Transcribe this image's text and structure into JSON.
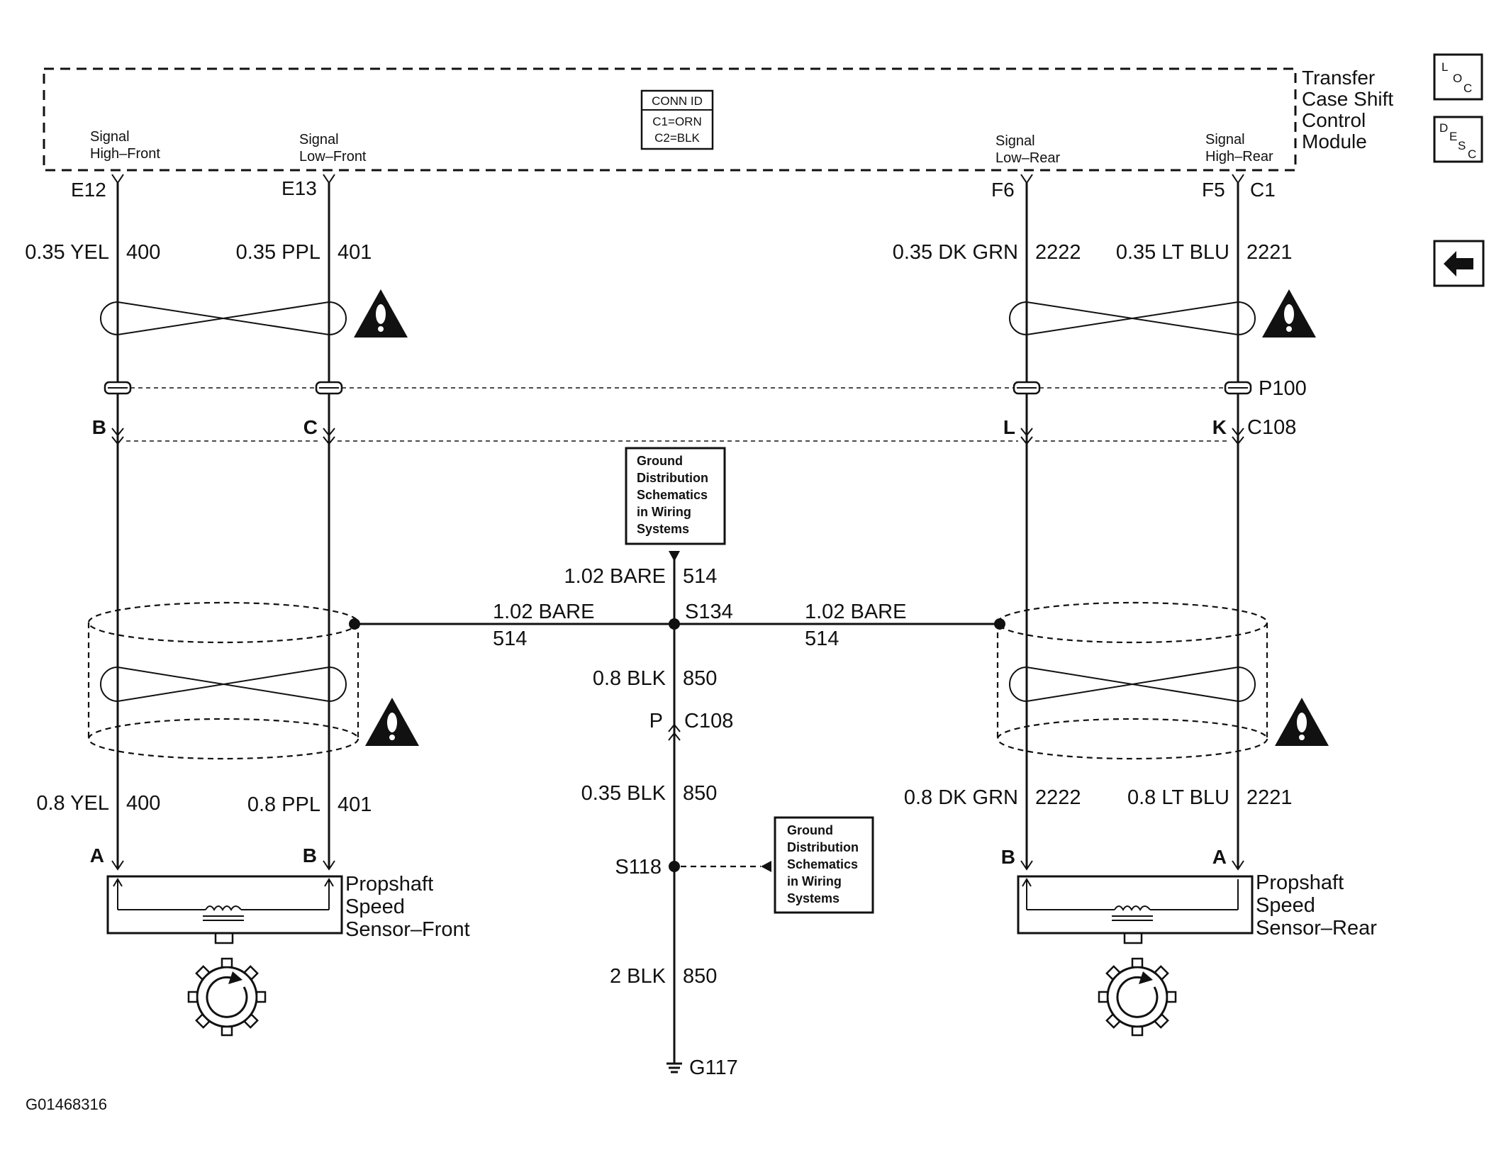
{
  "module": {
    "name_lines": [
      "Transfer",
      "Case Shift",
      "Control",
      "Module"
    ],
    "signals": {
      "high_front": [
        "Signal",
        "High–Front"
      ],
      "low_front": [
        "Signal",
        "Low–Front"
      ],
      "low_rear": [
        "Signal",
        "Low–Rear"
      ],
      "high_rear": [
        "Signal",
        "High–Rear"
      ]
    },
    "conn_id": {
      "title": "CONN ID",
      "line1": "C1=ORN",
      "line2": "C2=BLK"
    }
  },
  "module_pins": {
    "e12": "E12",
    "e13": "E13",
    "f6": "F6",
    "f5": "F5",
    "c1": "C1"
  },
  "upper_wires": {
    "yel": {
      "gauge": "0.35 YEL",
      "circuit": "400"
    },
    "ppl": {
      "gauge": "0.35 PPL",
      "circuit": "401"
    },
    "dkgrn": {
      "gauge": "0.35 DK GRN",
      "circuit": "2222"
    },
    "ltblu": {
      "gauge": "0.35 LT BLU",
      "circuit": "2221"
    }
  },
  "inline": {
    "p100": "P100",
    "c108": "C108",
    "pins": {
      "b": "B",
      "c": "C",
      "l": "L",
      "k": "K"
    }
  },
  "ground_box_top": [
    "Ground",
    "Distribution",
    "Schematics",
    "in Wiring",
    "Systems"
  ],
  "ground_box_bottom": [
    "Ground",
    "Distribution",
    "Schematics",
    "in Wiring",
    "Systems"
  ],
  "drain": {
    "top": {
      "gauge": "1.02 BARE",
      "circuit": "514"
    },
    "left": {
      "gauge": "1.02 BARE",
      "circuit": "514"
    },
    "right": {
      "gauge": "1.02 BARE",
      "circuit": "514"
    },
    "splice": "S134"
  },
  "ground_path": {
    "w1": {
      "gauge": "0.8 BLK",
      "circuit": "850"
    },
    "conn_pin": "P",
    "conn": "C108",
    "w2": {
      "gauge": "0.35 BLK",
      "circuit": "850"
    },
    "splice": "S118",
    "w3": {
      "gauge": "2 BLK",
      "circuit": "850"
    },
    "ground": "G117"
  },
  "lower_wires": {
    "yel": {
      "gauge": "0.8 YEL",
      "circuit": "400"
    },
    "ppl": {
      "gauge": "0.8 PPL",
      "circuit": "401"
    },
    "dkgrn": {
      "gauge": "0.8 DK GRN",
      "circuit": "2222"
    },
    "ltblu": {
      "gauge": "0.8 LT BLU",
      "circuit": "2221"
    }
  },
  "sensor_front": {
    "pins": {
      "a": "A",
      "b": "B"
    },
    "name_lines": [
      "Propshaft",
      "Speed",
      "Sensor–Front"
    ]
  },
  "sensor_rear": {
    "pins": {
      "b": "B",
      "a": "A"
    },
    "name_lines": [
      "Propshaft",
      "Speed",
      "Sensor–Rear"
    ]
  },
  "nav": {
    "loc": {
      "l": "L",
      "o": "O",
      "c": "C"
    },
    "desc": {
      "d": "D",
      "e": "E",
      "s": "S",
      "c": "C"
    }
  },
  "figure_id": "G01468316"
}
